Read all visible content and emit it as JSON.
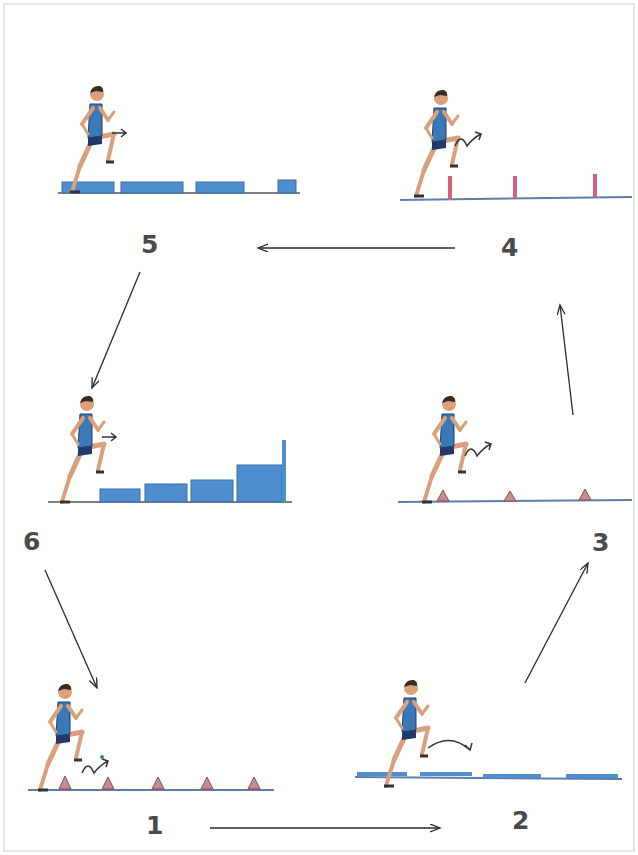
{
  "diagram": {
    "nodes": [
      {
        "text": [
          "5"
        ]
      },
      {
        "text": [
          "4"
        ]
      },
      {
        "text": [
          "6"
        ]
      },
      {
        "text": [
          "3"
        ]
      },
      {
        "text": [
          "1"
        ]
      },
      {
        "text": [
          "2"
        ]
      }
    ],
    "edges": [
      {
        "from": 4,
        "to": 5,
        "arrow": "to"
      },
      {
        "from": 5,
        "to": 3,
        "arrow": "to"
      },
      {
        "from": 3,
        "to": 1,
        "arrow": "to"
      },
      {
        "from": 1,
        "to": 0,
        "arrow": "to"
      },
      {
        "from": 0,
        "to": 2,
        "arrow": "to"
      },
      {
        "from": 2,
        "to": 4,
        "arrow": "to"
      }
    ]
  }
}
